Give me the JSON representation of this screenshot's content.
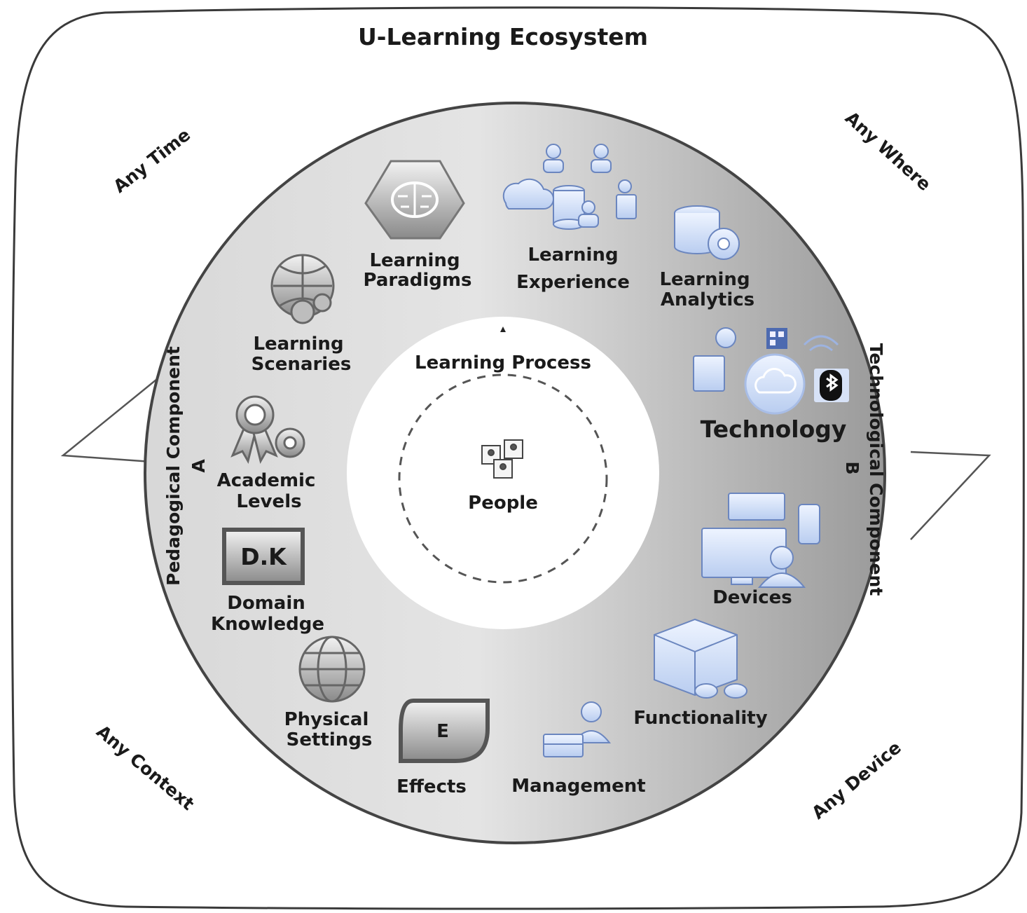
{
  "title": "U-Learning  Ecosystem",
  "corners": {
    "time": "Any Time",
    "where": "Any Where",
    "context": "Any Context",
    "device": "Any Device"
  },
  "components": {
    "pedagogical": "Pedagogical Component",
    "pedagogical_letter": "A",
    "technological": "Technological Component",
    "technological_letter": "B"
  },
  "center": {
    "process": "Learning Process",
    "people": "People"
  },
  "icon_text": {
    "dk": "D.K",
    "effects": "E"
  },
  "labels": {
    "paradigms": [
      "Learning",
      "Paradigms"
    ],
    "experience": [
      "Learning",
      "Experience"
    ],
    "analytics": [
      "Learning",
      "Analytics"
    ],
    "scenaries": [
      "Learning",
      "Scenaries"
    ],
    "academic": [
      "Academic",
      "Levels"
    ],
    "domain": [
      "Domain",
      "Knowledge"
    ],
    "physical": [
      "Physical",
      "Settings"
    ],
    "effects": "Effects",
    "management": "Management",
    "functionality": "Functionality",
    "devices": "Devices",
    "technology": "Technology"
  }
}
